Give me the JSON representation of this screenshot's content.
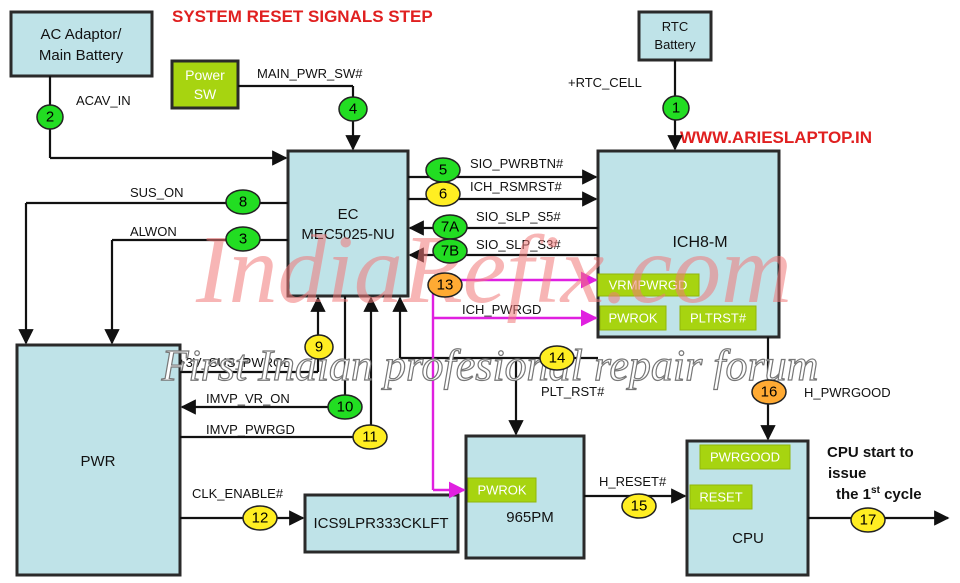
{
  "title": "SYSTEM RESET SIGNALS STEP",
  "website": "WWW.ARIESLAPTOP.IN",
  "blocks": {
    "ac_adaptor": [
      "AC Adaptor/",
      "Main Battery"
    ],
    "power_sw": [
      "Power",
      "SW"
    ],
    "rtc_battery": [
      "RTC",
      "Battery"
    ],
    "ec": [
      "EC",
      "MEC5025-NU"
    ],
    "ich": "ICH8-M",
    "pwr": "PWR",
    "clock": "ICS9LPR333CKLFT",
    "northbridge": "965PM",
    "cpu": "CPU"
  },
  "tags": {
    "pwrok_ich": "PWROK",
    "pltrst": "PLTRST#",
    "vrmpwrgd": "VRMPWRGD",
    "pwrok_nb": "PWROK",
    "pwrgood": "PWRGOOD",
    "reset": "RESET"
  },
  "signals": {
    "acav_in": "ACAV_IN",
    "main_pwr_sw": "MAIN_PWR_SW#",
    "rtc_cell": "+RTC_CELL",
    "sio_pwrbtn": "SIO_PWRBTN#",
    "ich_rsmrst": "ICH_RSMRST#",
    "sio_slp_s5": "SIO_SLP_S5#",
    "sio_slp_s3": "SIO_SLP_S3#",
    "sus_on": "SUS_ON",
    "alwon": "ALWON",
    "sus_pwrgd": "+3V_SUS_PWRGD",
    "imvp_vr_on": "IMVP_VR_ON",
    "imvp_pwrgd": "IMVP_PWRGD",
    "ich_pwrgd": "ICH_PWRGD",
    "plt_rst": "PLT_RST#",
    "h_pwrgood": "H_PWRGOOD",
    "h_reset": "H_RESET#",
    "clk_enable": "CLK_ENABLE#"
  },
  "cpu_note": {
    "line1": "CPU start to",
    "line2": "issue",
    "line3_pre": "the 1",
    "line3_sup": "st",
    "line3_post": " cycle"
  },
  "steps": {
    "s1": "1",
    "s2": "2",
    "s3": "3",
    "s4": "4",
    "s5": "5",
    "s6": "6",
    "s7a": "7A",
    "s7b": "7B",
    "s8": "8",
    "s9": "9",
    "s10": "10",
    "s11": "11",
    "s12": "12",
    "s13": "13",
    "s14": "14",
    "s15": "15",
    "s16": "16",
    "s17": "17"
  },
  "step_colors": {
    "green": "#22dd22",
    "yellow": "#ffee22",
    "orange": "#ffaa33"
  },
  "watermark": {
    "main": "IndiaRefix.com",
    "sub": "First Indian profesional repair forum"
  }
}
